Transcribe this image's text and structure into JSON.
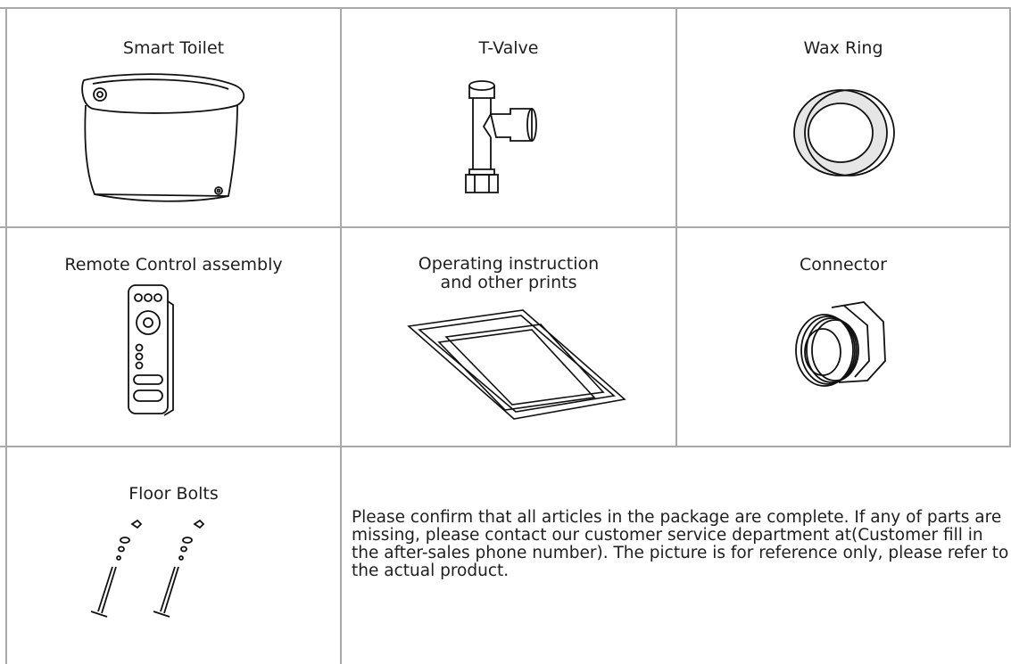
{
  "items": [
    {
      "name": "Smart Toilet"
    },
    {
      "name": "T-Valve"
    },
    {
      "name": "Wax Ring"
    },
    {
      "name": "Remote Control assembly"
    },
    {
      "name": "Operating instruction\nand other prints"
    },
    {
      "name": "Connector"
    },
    {
      "name": "Floor Bolts"
    }
  ],
  "note": "Please confirm that all articles in the package are complete. If any of parts are missing, please contact our customer service department at(Customer fill in the after-sales phone number). The picture is for reference only, please refer to the actual product."
}
